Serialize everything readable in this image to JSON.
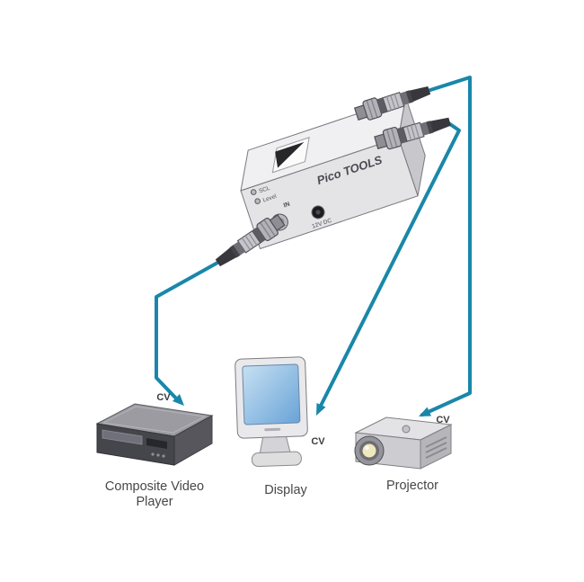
{
  "unit": {
    "brand": "Pico TOOLS",
    "panel": {
      "scl": "SCL",
      "level": "Level",
      "input": "IN",
      "power": "12V DC"
    }
  },
  "connections": {
    "player": {
      "label": "CV"
    },
    "display": {
      "label": "CV"
    },
    "projector": {
      "label": "CV"
    }
  },
  "devices": {
    "player": {
      "label_lines": [
        "Composite Video",
        "Player"
      ]
    },
    "display": {
      "label": "Display"
    },
    "projector": {
      "label": "Projector"
    }
  },
  "colors": {
    "cable": "#1987a9",
    "screen_top": "#c6e0f2",
    "screen_bottom": "#69a3d8",
    "lens_glow": "#efe8bd",
    "unit_front": "#e4e4e7",
    "unit_top": "#f0f0f2",
    "unit_side": "#c8c8cc",
    "player_front": "#45454c",
    "player_top": "#9b9ba1",
    "player_side": "#56565c",
    "projector_top": "#e3e3e6",
    "projector_front": "#cdcdd1",
    "projector_side": "#b5b5ba"
  }
}
